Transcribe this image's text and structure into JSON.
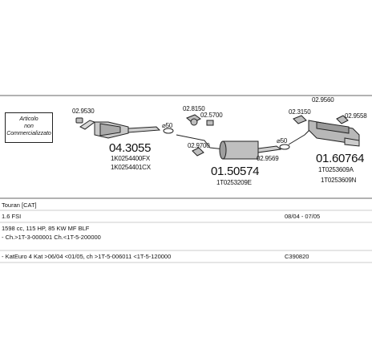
{
  "diagram": {
    "note_lines": [
      "Articolo",
      "non",
      "Commercializzato"
    ],
    "parts": {
      "clamp_left_code": "02.9530",
      "pipe1_code": "04.3055",
      "pipe1_oem_1": "1K0254400FX",
      "pipe1_oem_2": "1K0254401CX",
      "ring1": "⌀50",
      "clamp_mid_top": "02.8150",
      "clamp_mid_side": "02.5700",
      "clamp_mid_bottom": "02.9700",
      "clamp_mid_right": "02.9569",
      "middle_code": "01.50574",
      "middle_oem": "1T0253209E",
      "ring2": "⌀50",
      "clamp_rear_1": "02.9560",
      "clamp_rear_2": "02.3150",
      "clamp_rear_3": "02.9558",
      "rear_code": "01.60764",
      "rear_oem_1": "1T0253609A",
      "rear_oem_2": "1T0253609N"
    }
  },
  "table": {
    "rows": [
      {
        "c1": "Touran [CAT]",
        "c2": ""
      },
      {
        "c1": "1.6 FSI",
        "c2": "08/04 - 07/05"
      },
      {
        "c1": "1598 cc, 115 HP, 85 KW MF BLF",
        "c2": ""
      },
      {
        "c1": "- Ch.>1T-3-000001 Ch.<1T-5-200000",
        "c2": ""
      },
      {
        "c1": "",
        "c2": ""
      },
      {
        "c1": "- KatEuro 4 Kat >06/04 <01/05, ch >1T-5-006011 <1T-5-120000",
        "c2": "C390820"
      }
    ]
  }
}
